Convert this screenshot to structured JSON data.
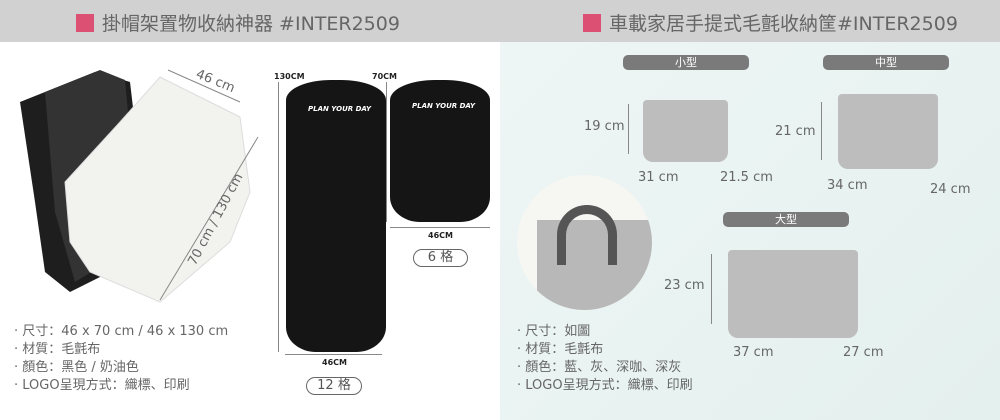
{
  "header": {
    "left_title": "掛帽架置物收納神器 #INTER2509",
    "right_title": "車載家居手提式毛氈收納筐#INTER2509",
    "accent": "#dc5173"
  },
  "hat_rack": {
    "dim_top": "46 cm",
    "dim_side": "70 cm / 130 cm",
    "label_130": "130CM",
    "label_70": "70CM",
    "width_large": "46CM",
    "width_small": "46CM",
    "slots_large": "12 格",
    "slots_small": "6 格",
    "brand": "PLAN YOUR DAY",
    "specs": [
      "· 尺寸：46 x 70 cm /  46 x 130 cm",
      "· 材質：毛氈布",
      "· 顏色：黑色 / 奶油色",
      "· LOGO呈現方式：織標、印刷"
    ]
  },
  "basket": {
    "small": {
      "label": "小型",
      "height": "19 cm",
      "length": "31 cm",
      "width": "21.5 cm"
    },
    "medium": {
      "label": "中型",
      "height": "21 cm",
      "length": "34 cm",
      "width": "24 cm"
    },
    "large": {
      "label": "大型",
      "height": "23 cm",
      "length": "37 cm",
      "width": "27 cm"
    },
    "specs": [
      "· 尺寸：如圖",
      "· 材質：毛氈布",
      "· 顏色：藍、灰、深咖、深灰",
      "· LOGO呈現方式：織標、印刷"
    ]
  }
}
